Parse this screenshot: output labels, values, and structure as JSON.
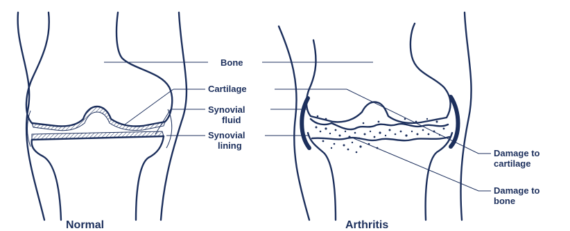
{
  "labels": {
    "bone": "Bone",
    "cartilage": "Cartilage",
    "synovial_fluid_line1": "Synovial",
    "synovial_fluid_line2": "fluid",
    "synovial_lining_line1": "Synovial",
    "synovial_lining_line2": "lining",
    "damage_cartilage_line1": "Damage to",
    "damage_cartilage_line2": "cartilage",
    "damage_bone_line1": "Damage to",
    "damage_bone_line2": "bone"
  },
  "captions": {
    "normal": "Normal",
    "arthritis": "Arthritis"
  },
  "colors": {
    "ink": "#1c2f5c",
    "background": "#ffffff"
  }
}
